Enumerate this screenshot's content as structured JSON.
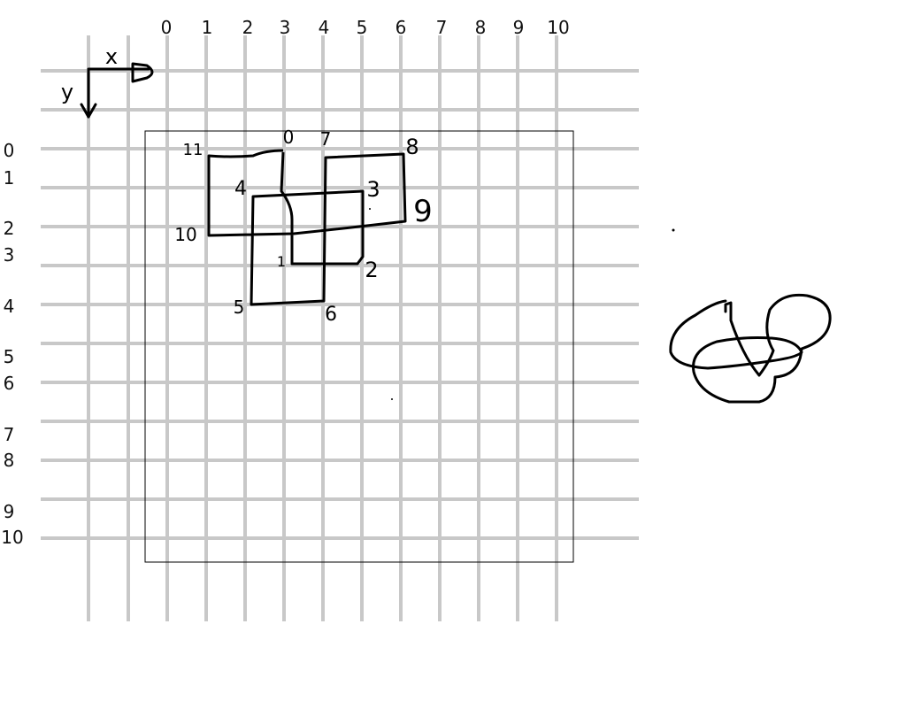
{
  "colors": {
    "grid": "#c8c8c8",
    "ink": "#000000",
    "frame": "#000000",
    "background": "#ffffff"
  },
  "axes": {
    "x_letter": "x",
    "y_letter": "y",
    "arrow_icon": "axis-arrows-icon"
  },
  "x_ticks": [
    "0",
    "1",
    "2",
    "3",
    "4",
    "5",
    "6",
    "7",
    "8",
    "9",
    "10"
  ],
  "y_ticks": [
    "0",
    "1",
    "2",
    "3",
    "4",
    "5",
    "6",
    "7",
    "8",
    "9",
    "10"
  ],
  "vertex_labels": [
    "0",
    "1",
    "2",
    "3",
    "4",
    "5",
    "6",
    "7",
    "8",
    "9",
    "10",
    "11"
  ],
  "scribble_icon": "scribble-icon"
}
